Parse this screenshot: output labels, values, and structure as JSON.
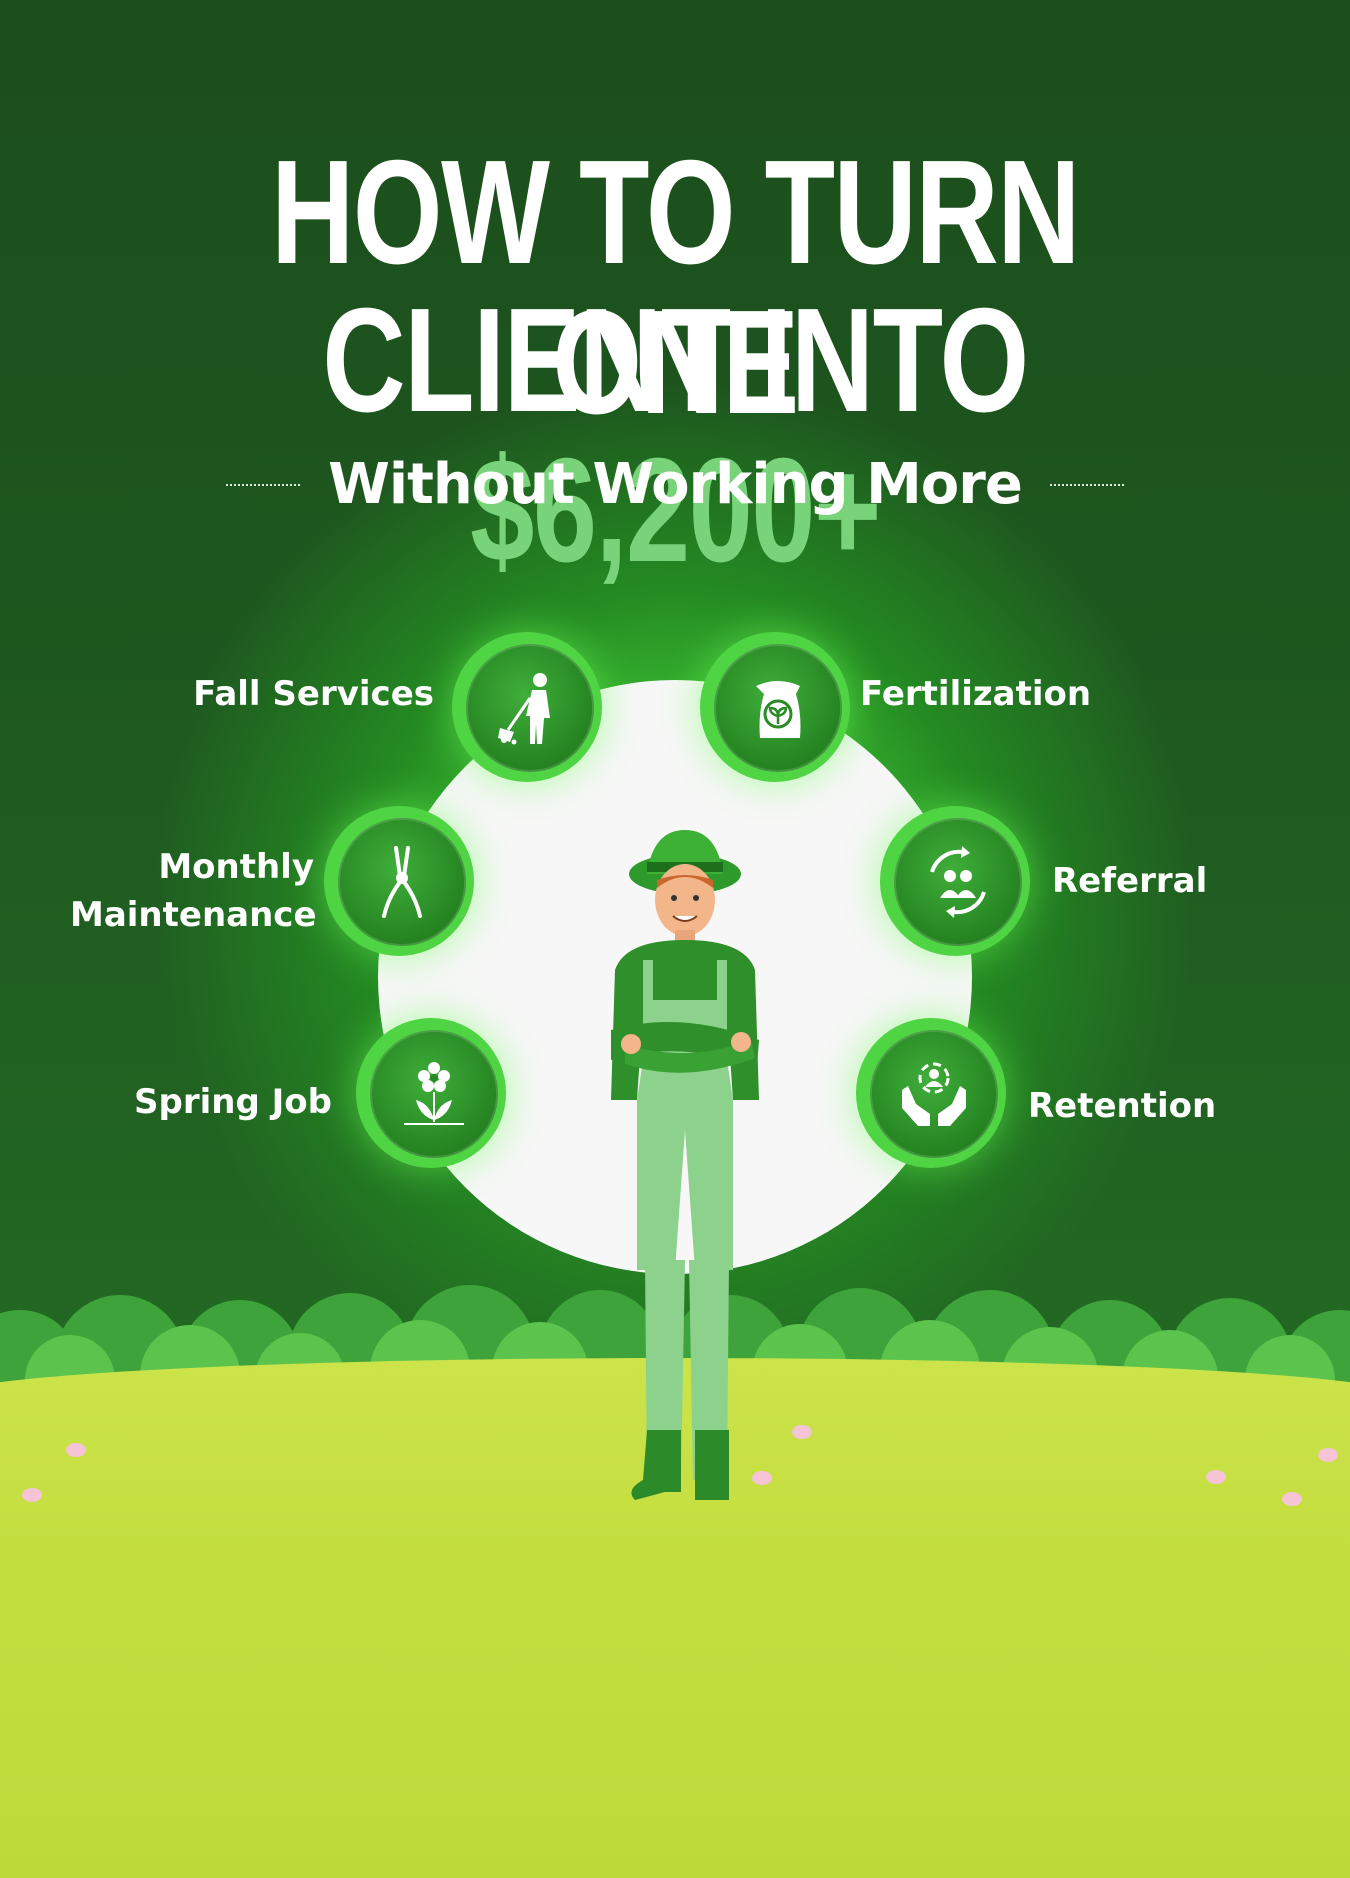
{
  "title": {
    "line1": "HOW TO TURN ONE",
    "line2_prefix": "CLIENT INTO ",
    "line2_accent": "$6,200+"
  },
  "subtitle": "Without Working More",
  "services": {
    "fall_services": "Fall Services",
    "fertilization": "Fertilization",
    "monthly_line1": "Monthly",
    "monthly_line2": "Maintenance",
    "referral": "Referral",
    "spring_job": "Spring Job",
    "retention": "Retention"
  },
  "icons": {
    "fall_services": "raking-person-icon",
    "fertilization": "fertilizer-bag-icon",
    "monthly_maintenance": "pruning-shears-icon",
    "referral": "people-cycle-icon",
    "spring_job": "flower-icon",
    "retention": "hands-holding-person-icon"
  },
  "colors": {
    "background": "#1b4d1c",
    "accent": "#78d37a",
    "node_ring": "#4fd443",
    "ground": "#c3de3f"
  }
}
